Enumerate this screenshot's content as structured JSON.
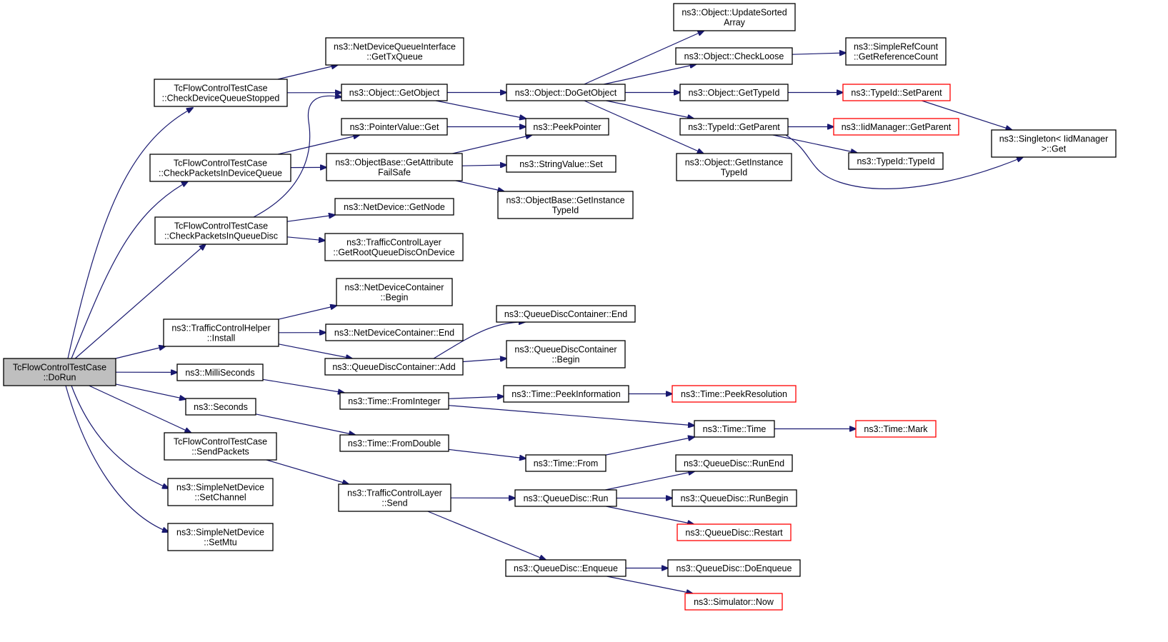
{
  "graph": {
    "edge_color": "#191970",
    "root_fill": "#bfbfbf",
    "truncated_border_color": "#ff0000",
    "nodes": {
      "root": {
        "lines": [
          "TcFlowControlTestCase",
          "::DoRun"
        ],
        "style": "root"
      },
      "cdqs": {
        "lines": [
          "TcFlowControlTestCase",
          "::CheckDeviceQueueStopped"
        ]
      },
      "cpdq": {
        "lines": [
          "TcFlowControlTestCase",
          "::CheckPacketsInDeviceQueue"
        ]
      },
      "cpqd": {
        "lines": [
          "TcFlowControlTestCase",
          "::CheckPacketsInQueueDisc"
        ]
      },
      "tchi": {
        "lines": [
          "ns3::TrafficControlHelper",
          "::Install"
        ]
      },
      "milli": {
        "lines": [
          "ns3::MilliSeconds"
        ]
      },
      "secs": {
        "lines": [
          "ns3::Seconds"
        ]
      },
      "sendp": {
        "lines": [
          "TcFlowControlTestCase",
          "::SendPackets"
        ]
      },
      "snd_ch": {
        "lines": [
          "ns3::SimpleNetDevice",
          "::SetChannel"
        ]
      },
      "snd_mtu": {
        "lines": [
          "ns3::SimpleNetDevice",
          "::SetMtu"
        ]
      },
      "ndqi": {
        "lines": [
          "ns3::NetDeviceQueueInterface",
          "::GetTxQueue"
        ]
      },
      "getobj": {
        "lines": [
          "ns3::Object::GetObject"
        ]
      },
      "pvget": {
        "lines": [
          "ns3::PointerValue::Get"
        ]
      },
      "gafs": {
        "lines": [
          "ns3::ObjectBase::GetAttribute",
          "FailSafe"
        ]
      },
      "ndgn": {
        "lines": [
          "ns3::NetDevice::GetNode"
        ]
      },
      "tclroot": {
        "lines": [
          "ns3::TrafficControlLayer",
          "::GetRootQueueDiscOnDevice"
        ]
      },
      "ndcb": {
        "lines": [
          "ns3::NetDeviceContainer",
          "::Begin"
        ]
      },
      "ndce": {
        "lines": [
          "ns3::NetDeviceContainer::End"
        ]
      },
      "qdcadd": {
        "lines": [
          "ns3::QueueDiscContainer::Add"
        ]
      },
      "tfi": {
        "lines": [
          "ns3::Time::FromInteger"
        ]
      },
      "tfd": {
        "lines": [
          "ns3::Time::FromDouble"
        ]
      },
      "tcls": {
        "lines": [
          "ns3::TrafficControlLayer",
          "::Send"
        ]
      },
      "dogo": {
        "lines": [
          "ns3::Object::DoGetObject"
        ]
      },
      "peek": {
        "lines": [
          "ns3::PeekPointer"
        ]
      },
      "svset": {
        "lines": [
          "ns3::StringValue::Set"
        ]
      },
      "obgit": {
        "lines": [
          "ns3::ObjectBase::GetInstance",
          "TypeId"
        ]
      },
      "qdce": {
        "lines": [
          "ns3::QueueDiscContainer::End"
        ]
      },
      "qdcb": {
        "lines": [
          "ns3::QueueDiscContainer",
          "::Begin"
        ]
      },
      "tpi": {
        "lines": [
          "ns3::Time::PeekInformation"
        ]
      },
      "tfrom": {
        "lines": [
          "ns3::Time::From"
        ]
      },
      "qdrun": {
        "lines": [
          "ns3::QueueDisc::Run"
        ]
      },
      "qdenq": {
        "lines": [
          "ns3::QueueDisc::Enqueue"
        ]
      },
      "ousa": {
        "lines": [
          "ns3::Object::UpdateSorted",
          "Array"
        ]
      },
      "ocl": {
        "lines": [
          "ns3::Object::CheckLoose"
        ]
      },
      "ogti": {
        "lines": [
          "ns3::Object::GetTypeId"
        ]
      },
      "tigp": {
        "lines": [
          "ns3::TypeId::GetParent"
        ]
      },
      "ogit": {
        "lines": [
          "ns3::Object::GetInstance",
          "TypeId"
        ]
      },
      "tpr": {
        "lines": [
          "ns3::Time::PeekResolution"
        ],
        "style": "red"
      },
      "ttime": {
        "lines": [
          "ns3::Time::Time"
        ]
      },
      "qdre": {
        "lines": [
          "ns3::QueueDisc::RunEnd"
        ]
      },
      "qdrb": {
        "lines": [
          "ns3::QueueDisc::RunBegin"
        ]
      },
      "qdrs": {
        "lines": [
          "ns3::QueueDisc::Restart"
        ],
        "style": "red"
      },
      "qdde": {
        "lines": [
          "ns3::QueueDisc::DoEnqueue"
        ]
      },
      "simnow": {
        "lines": [
          "ns3::Simulator::Now"
        ],
        "style": "red"
      },
      "srcg": {
        "lines": [
          "ns3::SimpleRefCount",
          "::GetReferenceCount"
        ]
      },
      "tisp": {
        "lines": [
          "ns3::TypeId::SetParent"
        ],
        "style": "red"
      },
      "iimgp": {
        "lines": [
          "ns3::IidManager::GetParent"
        ],
        "style": "red"
      },
      "titi": {
        "lines": [
          "ns3::TypeId::TypeId"
        ]
      },
      "tmark": {
        "lines": [
          "ns3::Time::Mark"
        ],
        "style": "red"
      },
      "sing": {
        "lines": [
          "ns3::Singleton< IidManager",
          ">::Get"
        ]
      }
    },
    "edges": [
      [
        "root",
        "cdqs"
      ],
      [
        "root",
        "cpdq"
      ],
      [
        "root",
        "cpqd"
      ],
      [
        "root",
        "tchi"
      ],
      [
        "root",
        "milli"
      ],
      [
        "root",
        "secs"
      ],
      [
        "root",
        "sendp"
      ],
      [
        "root",
        "snd_ch"
      ],
      [
        "root",
        "snd_mtu"
      ],
      [
        "cdqs",
        "ndqi"
      ],
      [
        "cdqs",
        "getobj"
      ],
      [
        "cpdq",
        "pvget"
      ],
      [
        "cpdq",
        "gafs"
      ],
      [
        "cpqd",
        "getobj"
      ],
      [
        "cpqd",
        "ndgn"
      ],
      [
        "cpqd",
        "tclroot"
      ],
      [
        "tchi",
        "ndcb"
      ],
      [
        "tchi",
        "ndce"
      ],
      [
        "tchi",
        "qdcadd"
      ],
      [
        "milli",
        "tfi"
      ],
      [
        "secs",
        "tfd"
      ],
      [
        "sendp",
        "tcls"
      ],
      [
        "getobj",
        "dogo"
      ],
      [
        "getobj",
        "peek"
      ],
      [
        "pvget",
        "peek"
      ],
      [
        "gafs",
        "peek"
      ],
      [
        "gafs",
        "svset"
      ],
      [
        "gafs",
        "obgit"
      ],
      [
        "qdcadd",
        "qdce"
      ],
      [
        "qdcadd",
        "qdcb"
      ],
      [
        "tfi",
        "tpi"
      ],
      [
        "tfi",
        "ttime"
      ],
      [
        "tfd",
        "tfrom"
      ],
      [
        "tcls",
        "qdrun"
      ],
      [
        "tcls",
        "qdenq"
      ],
      [
        "dogo",
        "ousa"
      ],
      [
        "dogo",
        "ocl"
      ],
      [
        "dogo",
        "ogti"
      ],
      [
        "dogo",
        "tigp"
      ],
      [
        "dogo",
        "ogit"
      ],
      [
        "tpi",
        "tpr"
      ],
      [
        "tfrom",
        "ttime"
      ],
      [
        "qdrun",
        "qdre"
      ],
      [
        "qdrun",
        "qdrb"
      ],
      [
        "qdrun",
        "qdrs"
      ],
      [
        "qdenq",
        "qdde"
      ],
      [
        "qdenq",
        "simnow"
      ],
      [
        "ocl",
        "srcg"
      ],
      [
        "ogti",
        "tisp"
      ],
      [
        "tigp",
        "iimgp"
      ],
      [
        "tigp",
        "titi"
      ],
      [
        "tigp",
        "sing"
      ],
      [
        "tisp",
        "sing"
      ],
      [
        "ttime",
        "tmark"
      ]
    ]
  }
}
